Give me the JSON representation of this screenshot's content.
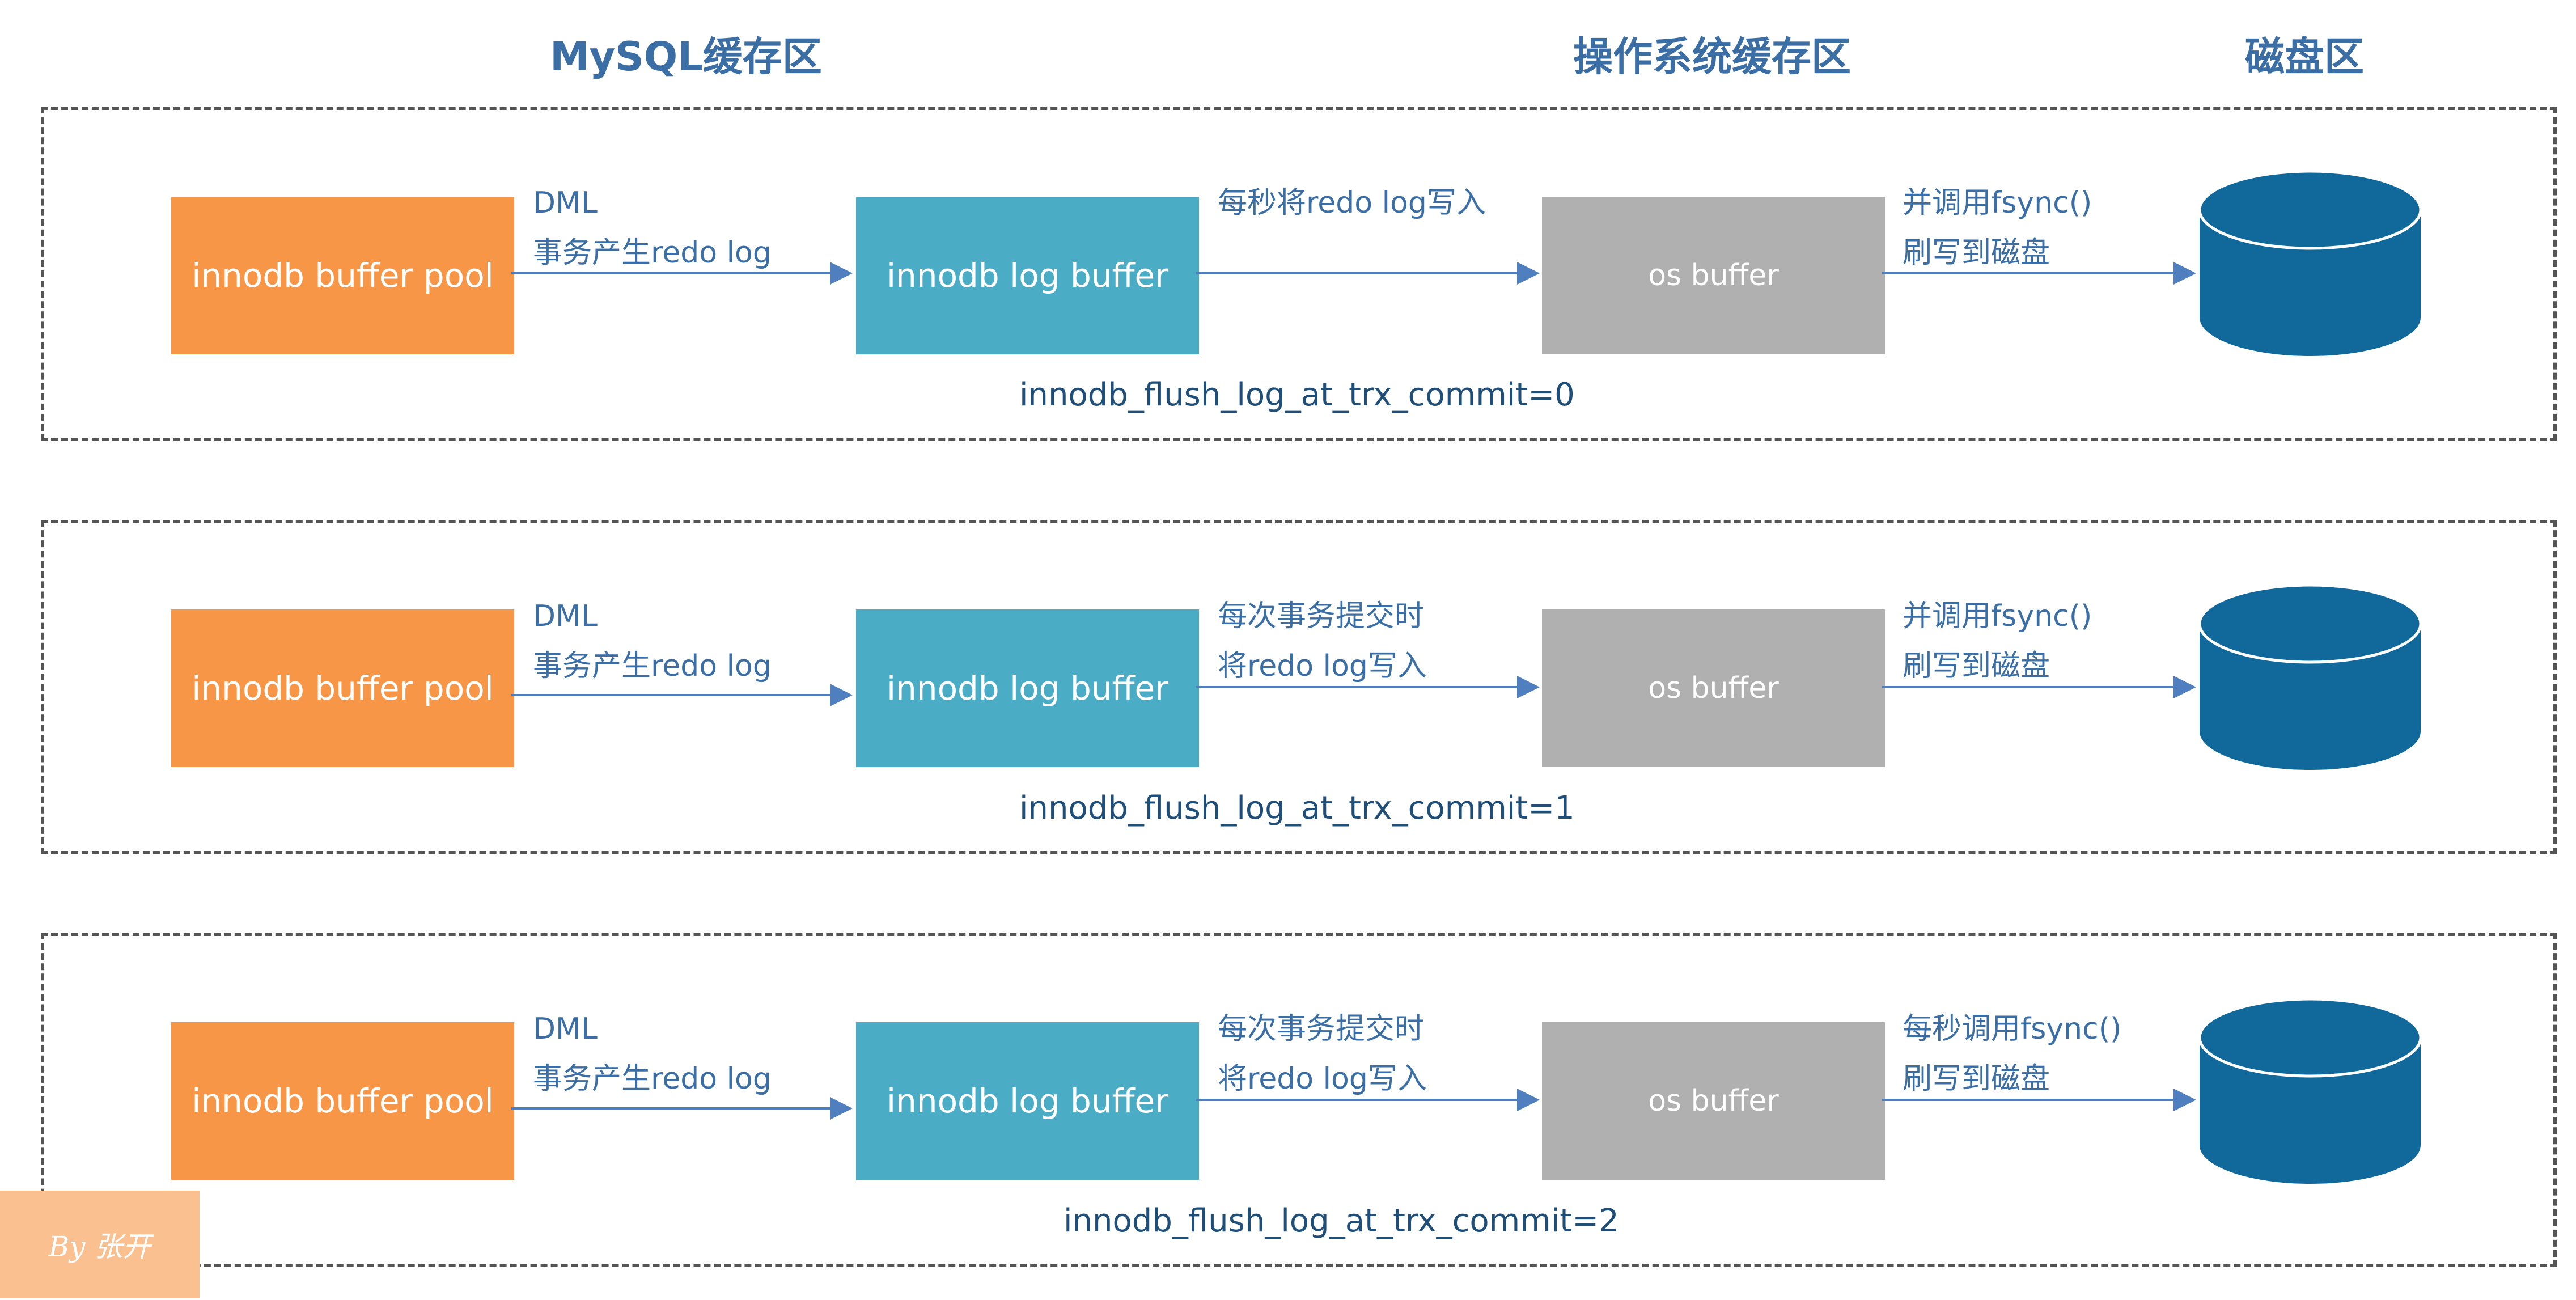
{
  "headers": {
    "mysql": "MySQL缓存区",
    "os": "操作系统缓存区",
    "disk": "磁盘区"
  },
  "rows": [
    {
      "pool": "innodb buffer pool",
      "log": "innodb log buffer",
      "os": "os buffer",
      "dml_line1": "DML",
      "dml_line2": "事务产生redo log",
      "write_line1": "每秒将redo log写入",
      "write_line2": "",
      "fsync_line1": "并调用fsync()",
      "fsync_line2": "刷写到磁盘",
      "param": "innodb_flush_log_at_trx_commit=0"
    },
    {
      "pool": "innodb buffer pool",
      "log": "innodb log buffer",
      "os": "os buffer",
      "dml_line1": "DML",
      "dml_line2": "事务产生redo log",
      "write_line1": "每次事务提交时",
      "write_line2": "将redo log写入",
      "fsync_line1": "并调用fsync()",
      "fsync_line2": "刷写到磁盘",
      "param": "innodb_flush_log_at_trx_commit=1"
    },
    {
      "pool": "innodb buffer pool",
      "log": "innodb log buffer",
      "os": "os buffer",
      "dml_line1": "DML",
      "dml_line2": "事务产生redo log",
      "write_line1": "每次事务提交时",
      "write_line2": "将redo log写入",
      "fsync_line1": "每秒调用fsync()",
      "fsync_line2": "刷写到磁盘",
      "param": "innodb_flush_log_at_trx_commit=2"
    }
  ],
  "watermark": "By 张开",
  "colors": {
    "pool": "#F79646",
    "log": "#4BACC6",
    "os": "#B0B0B0",
    "disk": "#10699A",
    "arrow": "#4F7FBF",
    "text": "#3A6EA5"
  }
}
